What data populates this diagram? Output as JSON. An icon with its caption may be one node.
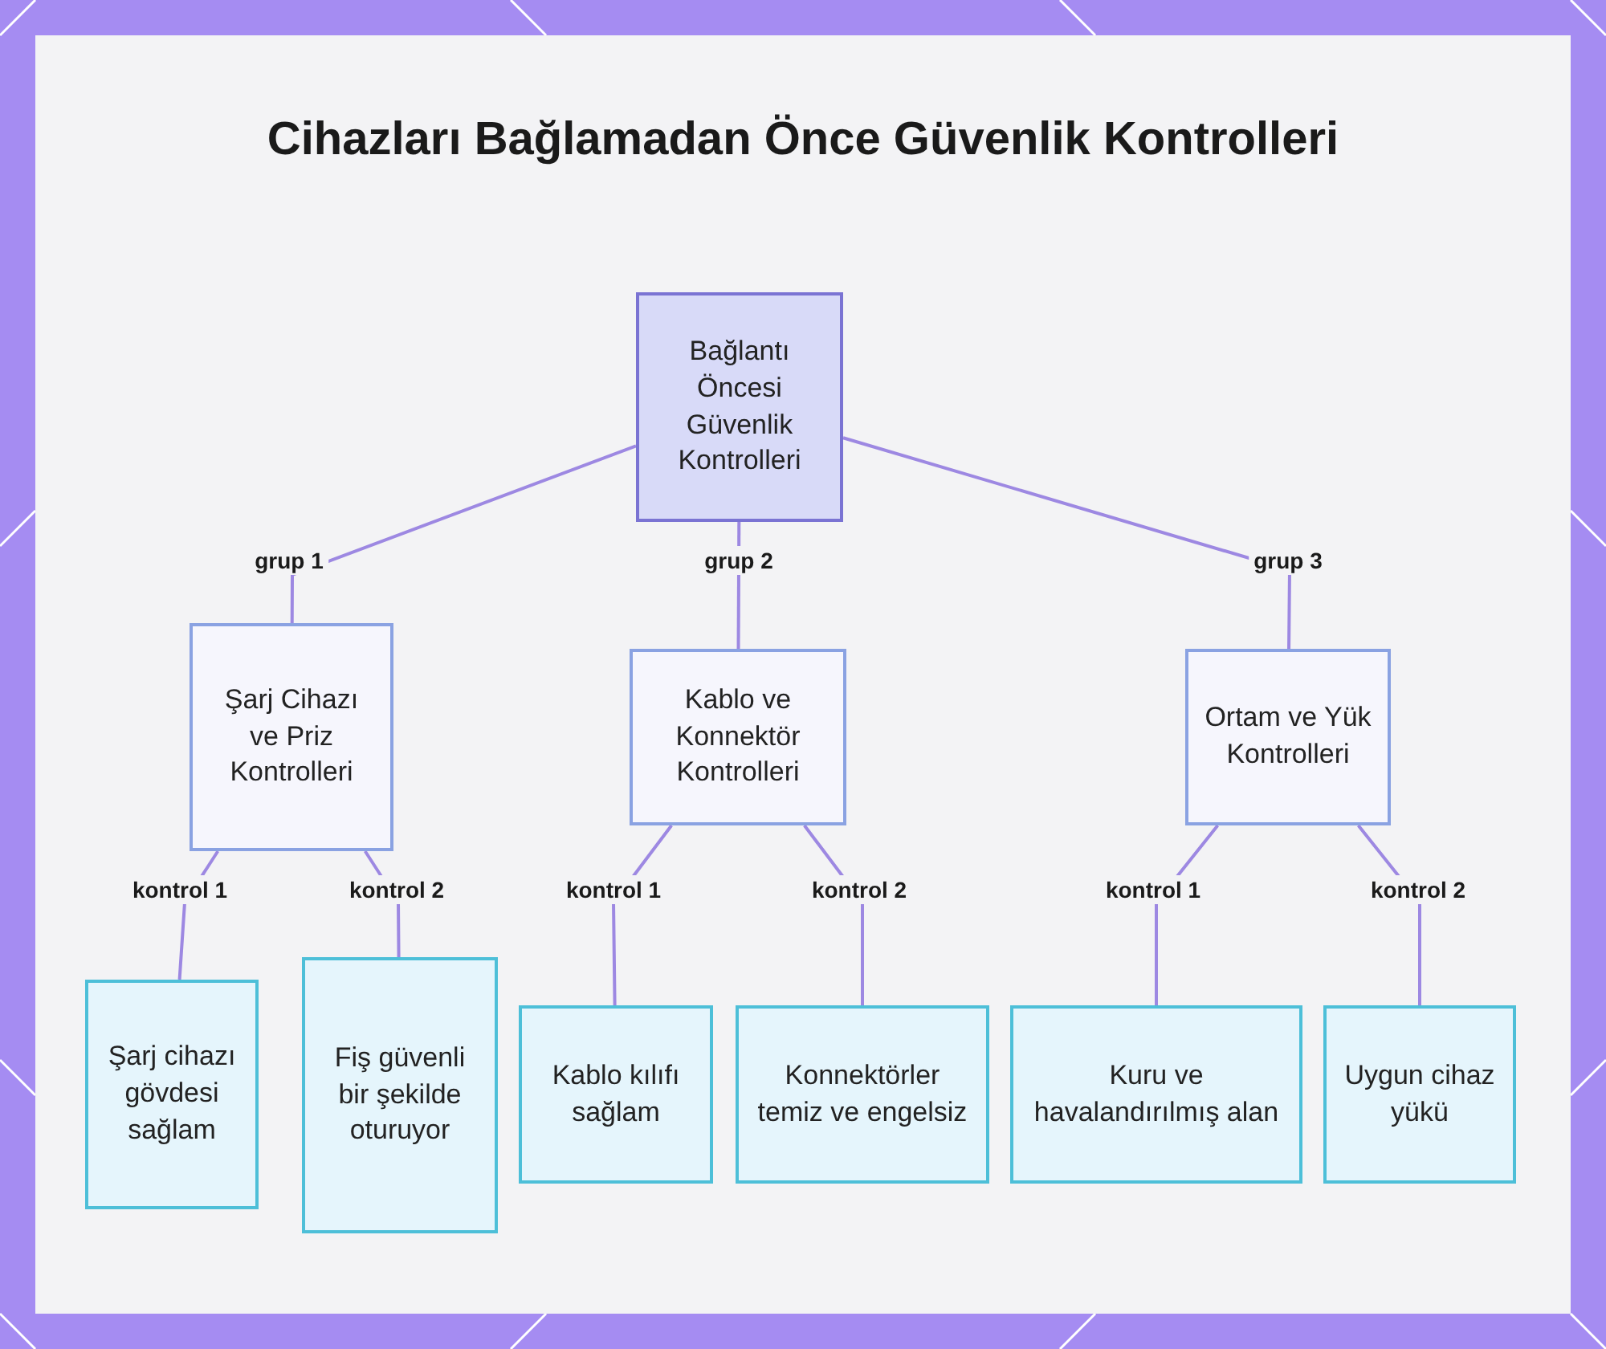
{
  "diagram": {
    "title": "Cihazları Bağlamadan Önce Güvenlik Kontrolleri",
    "nodes": [
      {
        "text": [
          "Bağlantı Öncesi Güvenlik Kontrolleri"
        ]
      },
      {
        "text": [
          "Şarj Cihazı ve Priz Kontrolleri"
        ]
      },
      {
        "text": [
          "Kablo ve Konnektör Kontrolleri"
        ]
      },
      {
        "text": [
          "Ortam ve Yük Kontrolleri"
        ]
      },
      {
        "text": [
          "Şarj cihazı gövdesi sağlam"
        ]
      },
      {
        "text": [
          "Fiş güvenli bir şekilde oturuyor"
        ]
      },
      {
        "text": [
          "Kablo kılıfı sağlam"
        ]
      },
      {
        "text": [
          "Konnektörler temiz ve engelsiz"
        ]
      },
      {
        "text": [
          "Kuru ve havalandırılmış alan"
        ]
      },
      {
        "text": [
          "Uygun cihaz yükü"
        ]
      }
    ],
    "edges": [
      {
        "from": 0,
        "to": 1,
        "arrow": "none",
        "label": "grup 1"
      },
      {
        "from": 0,
        "to": 2,
        "arrow": "none",
        "label": "grup 2"
      },
      {
        "from": 0,
        "to": 3,
        "arrow": "none",
        "label": "grup 3"
      },
      {
        "from": 1,
        "to": 4,
        "arrow": "none",
        "label": "kontrol 1"
      },
      {
        "from": 1,
        "to": 5,
        "arrow": "none",
        "label": "kontrol 2"
      },
      {
        "from": 2,
        "to": 6,
        "arrow": "none",
        "label": "kontrol 1"
      },
      {
        "from": 2,
        "to": 7,
        "arrow": "none",
        "label": "kontrol 2"
      },
      {
        "from": 3,
        "to": 8,
        "arrow": "none",
        "label": "kontrol 1"
      },
      {
        "from": 3,
        "to": 9,
        "arrow": "none",
        "label": "kontrol 2"
      }
    ]
  }
}
